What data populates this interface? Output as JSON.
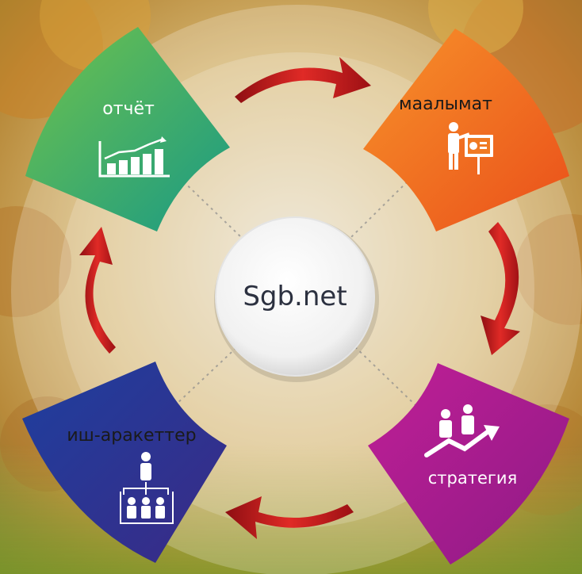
{
  "center_label": "Sgb.net",
  "segments": {
    "report": {
      "label": "отчёт",
      "color": "#2fae5a",
      "icon": "bar-chart-icon"
    },
    "info": {
      "label": "маалымат",
      "color": "#f26a1e",
      "icon": "presenter-icon"
    },
    "strategy": {
      "label": "стратегия",
      "color": "#b3188a",
      "icon": "team-growth-icon"
    },
    "actions": {
      "label": "иш-аракеттер",
      "color": "#2b3491",
      "icon": "hierarchy-icon"
    }
  },
  "arrow_color": "#c8161c"
}
